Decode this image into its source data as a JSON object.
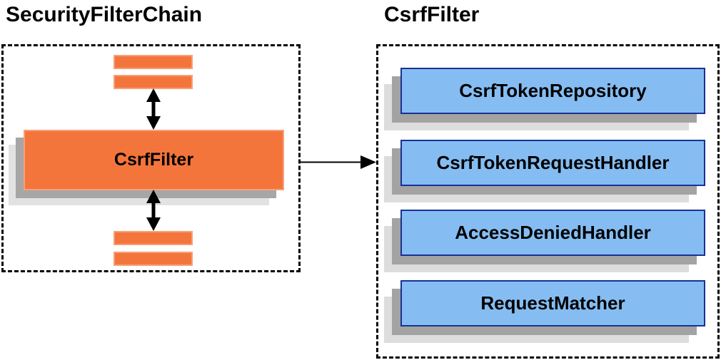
{
  "left_panel": {
    "title": "SecurityFilterChain",
    "filter_box_label": "CsrfFilter"
  },
  "right_panel": {
    "title": "CsrfFilter",
    "components": [
      "CsrfTokenRepository",
      "CsrfTokenRequestHandler",
      "AccessDeniedHandler",
      "RequestMatcher"
    ]
  },
  "colors": {
    "orange_fill": "#f4753b",
    "orange_border": "#f6a07a",
    "blue_fill": "#85bdf2",
    "blue_border": "#1a3192",
    "shadow_dark": "#a6a6a6",
    "shadow_light": "#e2e2e2",
    "outline": "#000000"
  }
}
